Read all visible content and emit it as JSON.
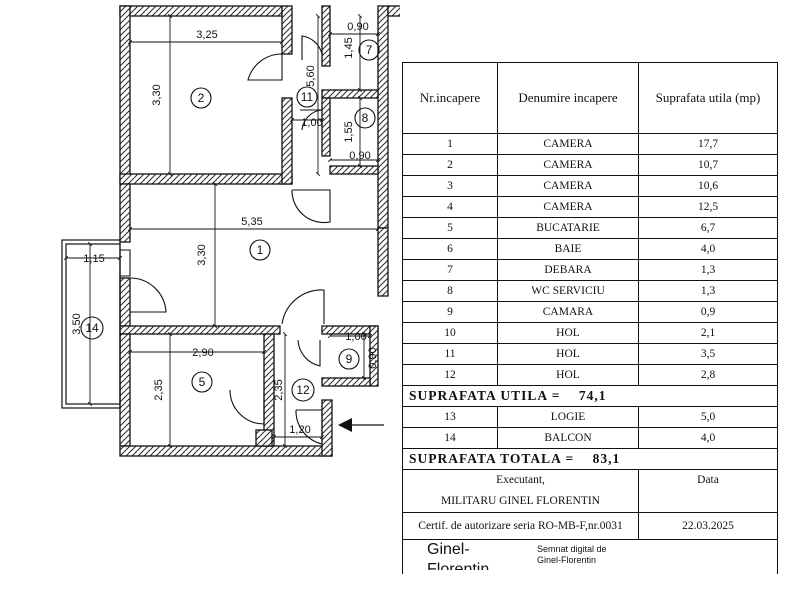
{
  "plan": {
    "rooms": [
      {
        "id": "1",
        "label": "1"
      },
      {
        "id": "2",
        "label": "2"
      },
      {
        "id": "5",
        "label": "5"
      },
      {
        "id": "7",
        "label": "7"
      },
      {
        "id": "8",
        "label": "8"
      },
      {
        "id": "9",
        "label": "9"
      },
      {
        "id": "11",
        "label": "11"
      },
      {
        "id": "12",
        "label": "12"
      },
      {
        "id": "14",
        "label": "14"
      }
    ],
    "dimensions": {
      "r2_width": "3,25",
      "r2_height": "3,30",
      "r1_width": "5,35",
      "r1_height": "3,30",
      "r14_width": "1,15",
      "r14_height": "3,50",
      "r5_width": "2,90",
      "r5_height": "2,35",
      "r12_height": "2,35",
      "r12_width": "1,20",
      "r11_height": "5,60",
      "r11_width": "1,00",
      "r7_width": "0,90",
      "r7_height": "1,45",
      "r8_height": "1,55",
      "r8_width": "0,90",
      "r9_width": "1,00",
      "r9_height": "0,90"
    }
  },
  "table": {
    "headers": {
      "nr": "Nr.incapere",
      "name": "Denumire incapere",
      "area": "Suprafata utila (mp)"
    },
    "rows": [
      {
        "nr": "1",
        "name": "CAMERA",
        "area": "17,7"
      },
      {
        "nr": "2",
        "name": "CAMERA",
        "area": "10,7"
      },
      {
        "nr": "3",
        "name": "CAMERA",
        "area": "10,6"
      },
      {
        "nr": "4",
        "name": "CAMERA",
        "area": "12,5"
      },
      {
        "nr": "5",
        "name": "BUCATARIE",
        "area": "6,7"
      },
      {
        "nr": "6",
        "name": "BAIE",
        "area": "4,0"
      },
      {
        "nr": "7",
        "name": "DEBARA",
        "area": "1,3"
      },
      {
        "nr": "8",
        "name": "WC SERVICIU",
        "area": "1,3"
      },
      {
        "nr": "9",
        "name": "CAMARA",
        "area": "0,9"
      },
      {
        "nr": "10",
        "name": "HOL",
        "area": "2,1"
      },
      {
        "nr": "11",
        "name": "HOL",
        "area": "3,5"
      },
      {
        "nr": "12",
        "name": "HOL",
        "area": "2,8"
      }
    ],
    "useful_total": {
      "label": "SUPRAFATA UTILA =",
      "value": "74,1"
    },
    "extra_rows": [
      {
        "nr": "13",
        "name": "LOGIE",
        "area": "5,0"
      },
      {
        "nr": "14",
        "name": "BALCON",
        "area": "4,0"
      }
    ],
    "grand_total": {
      "label": "SUPRAFATA TOTALA =",
      "value": "83,1"
    },
    "executant": {
      "heading": "Executant,",
      "name": "MILITARU GINEL FLORENTIN",
      "certificate": "Certif. de autorizare seria RO-MB-F,nr.0031",
      "date_heading": "Data",
      "date": "22.03.2025",
      "signature_name": "Ginel-",
      "signature_name2": "Florentin",
      "digital_sign_line1": "Semnat digital de",
      "digital_sign_line2": "Ginel-Florentin"
    }
  }
}
